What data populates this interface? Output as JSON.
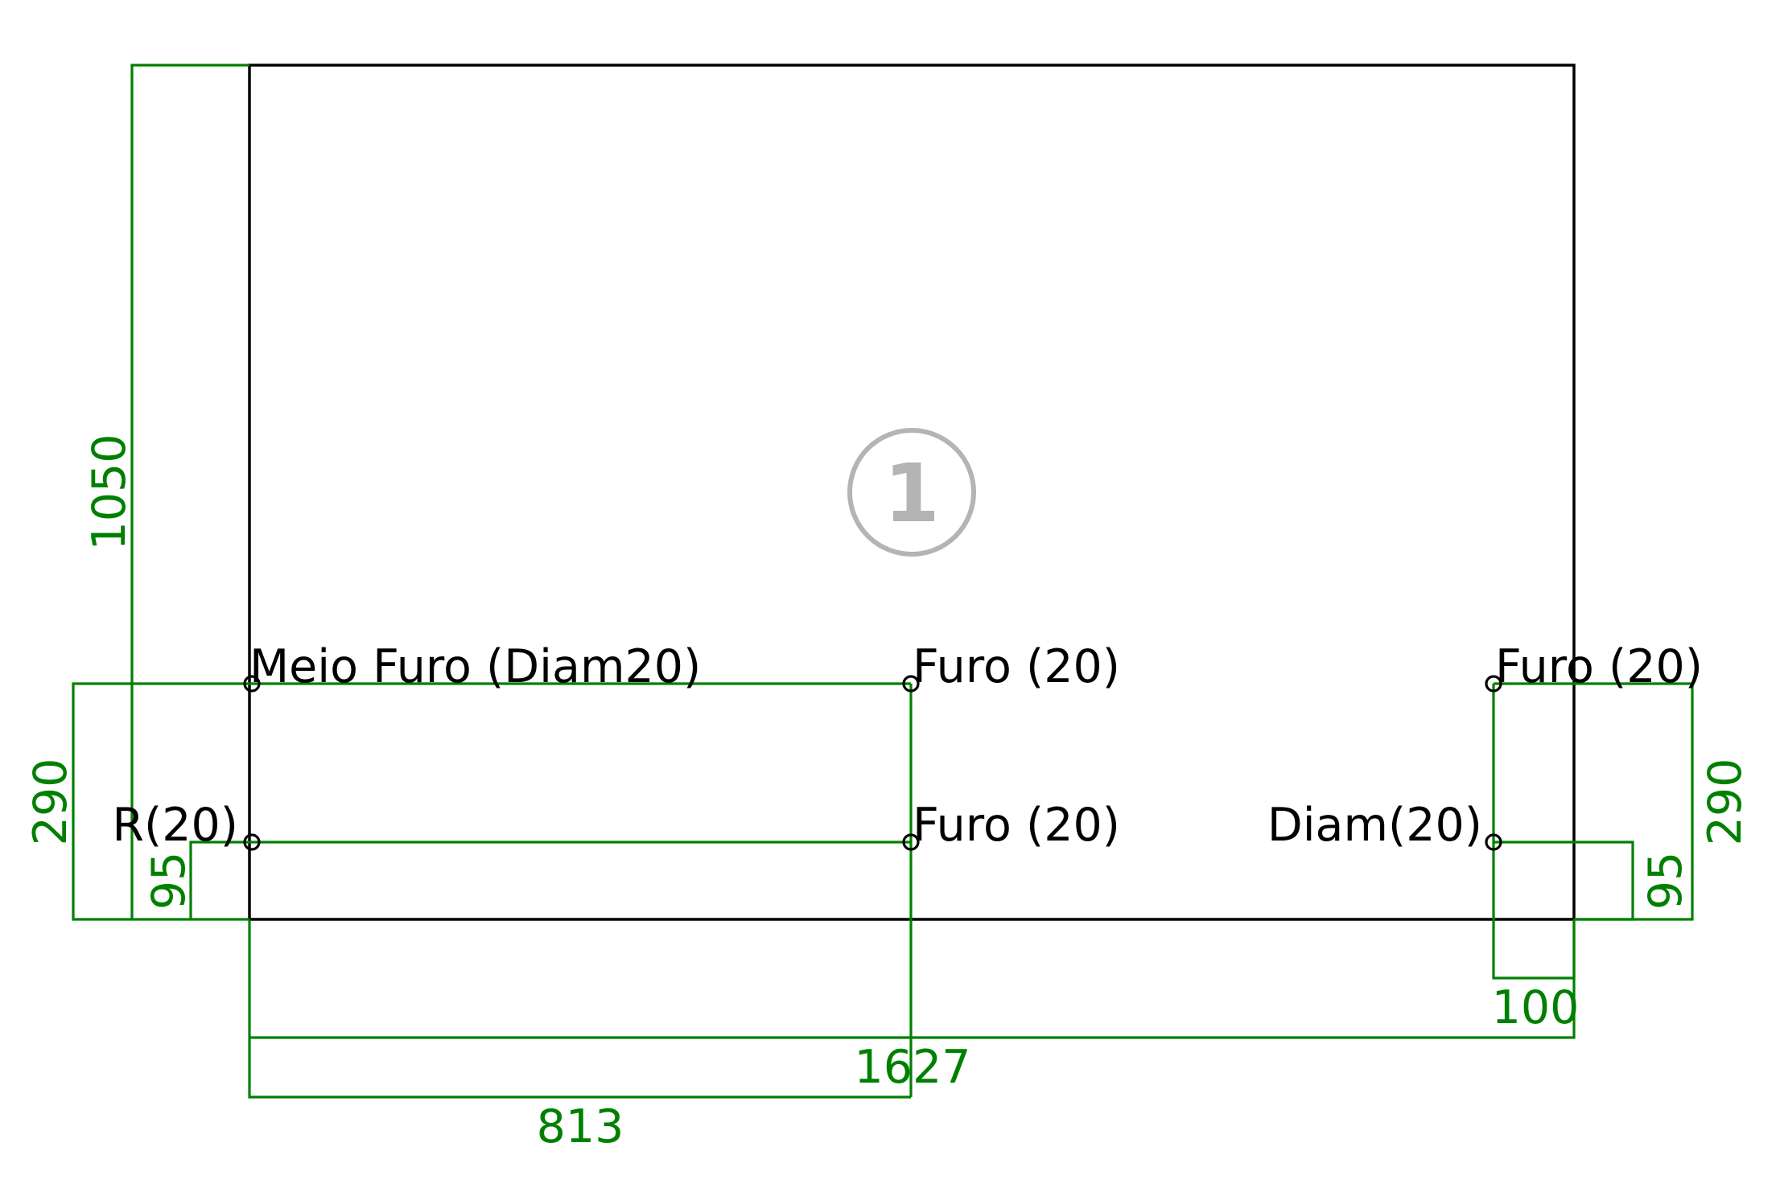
{
  "part": {
    "number": "1",
    "colors": {
      "outline": "#000000",
      "dimension": "#008000",
      "badge": "#b4b4b4"
    }
  },
  "dimensions": {
    "overall_height": "1050",
    "left_hole_offset": "290",
    "left_row_offset": "95",
    "right_hole_offset": "290",
    "right_row_offset": "95",
    "right_edge_offset": "100",
    "overall_width": "1627",
    "mid_offset": "813"
  },
  "labels": {
    "top_left": "Meio Furo (Diam20)",
    "top_mid": "Furo (20)",
    "top_right": "Furo (20)",
    "bottom_left": "R(20)",
    "bottom_mid": "Furo (20)",
    "bottom_right": "Diam(20)"
  }
}
